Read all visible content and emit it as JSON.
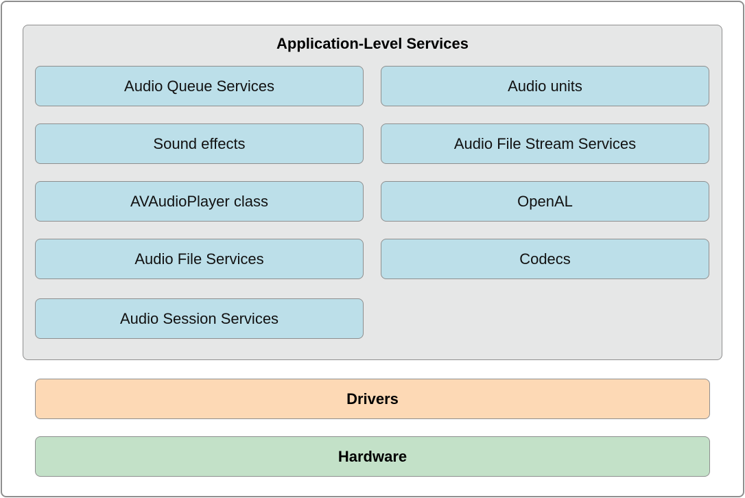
{
  "colors": {
    "service_box": "#bcdfe9",
    "app_panel": "#e6e7e7",
    "drivers": "#fdd9b5",
    "hardware": "#c3e1c8",
    "border": "#8e8e8e"
  },
  "app_level": {
    "title": "Application-Level Services",
    "left_column": [
      "Audio Queue Services",
      "Sound effects",
      "AVAudioPlayer class",
      "Audio File Services",
      "Audio Session Services"
    ],
    "right_column": [
      "Audio units",
      "Audio File Stream Services",
      "OpenAL",
      "Codecs"
    ]
  },
  "drivers": {
    "label": "Drivers"
  },
  "hardware": {
    "label": "Hardware"
  }
}
